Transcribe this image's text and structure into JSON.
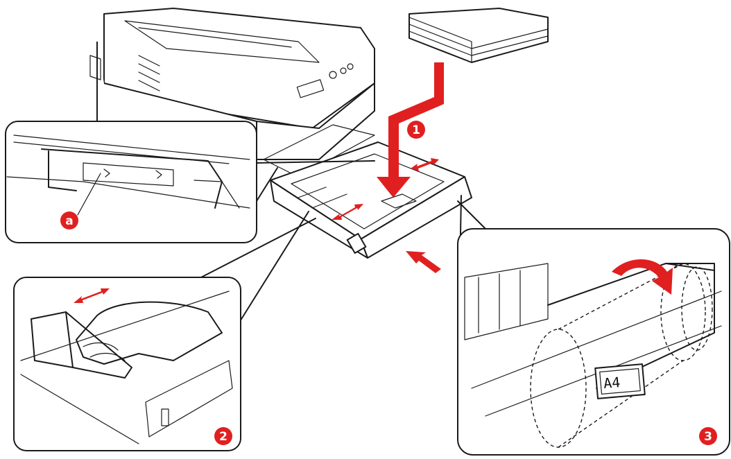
{
  "colors": {
    "accent_red": "#e02020",
    "ink": "#1a1a1a",
    "background": "#ffffff"
  },
  "callouts": {
    "step_1": "1",
    "step_2": "2",
    "step_3": "3",
    "detail_a": "a"
  },
  "tray_label": "A4",
  "icons": {
    "paper_stack": "paper-stack-icon",
    "insert_arrow": "down-arrow-icon",
    "push_arrow": "push-arrow-icon",
    "slide_arrow": "double-arrow-icon",
    "dial_arrow": "curved-arrow-icon"
  }
}
